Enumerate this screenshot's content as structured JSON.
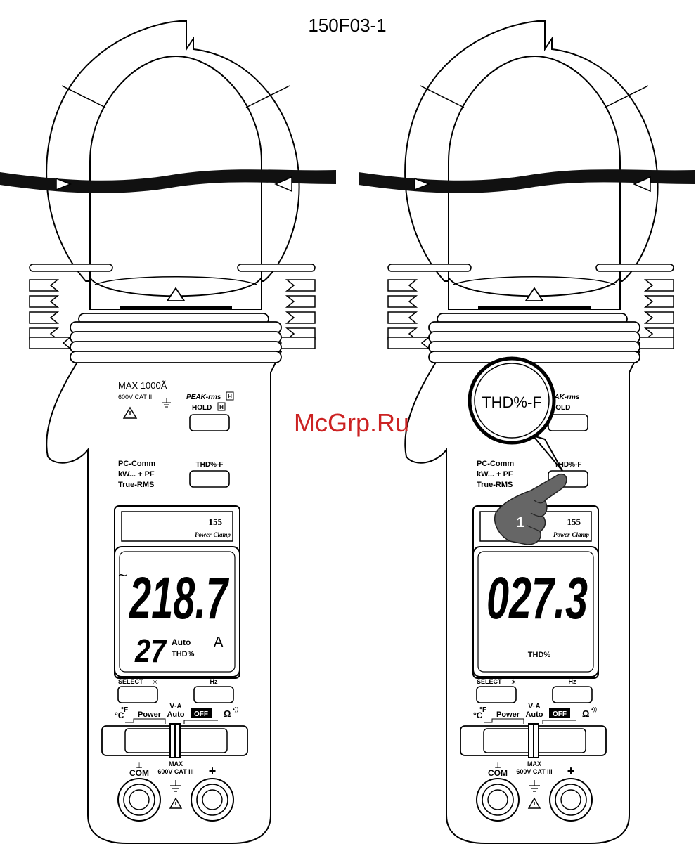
{
  "figure_id": "150F03-1",
  "watermark": "McGrp.Ru",
  "meter": {
    "max_rating": "MAX 1000Ã",
    "cat_rating": "600V CAT III",
    "peak_label": "PEAK-rms",
    "hold_label": "HOLD",
    "h_badge": "H",
    "mode_lines": [
      "PC-Comm",
      "kW... + PF",
      "True-RMS"
    ],
    "thd_button_label": "THD%-F",
    "model": "155",
    "model_sub": "Power-Clamp",
    "select_label": "SELECT",
    "hz_label": "Hz",
    "dial_celsius": "°C",
    "dial_fahrenheit": "°F",
    "dial_power": "Power",
    "dial_va": "V·A",
    "dial_auto": "Auto",
    "dial_off": "OFF",
    "dial_ohm": "Ω",
    "jack_com": "COM",
    "jack_max": "MAX",
    "jack_cat": "600V CAT III",
    "jack_plus": "+"
  },
  "left_lcd": {
    "ac_symbol": "~",
    "main_value": "218.7",
    "sub_value": "27",
    "auto_label": "Auto",
    "thd_label": "THD%",
    "unit": "A"
  },
  "right_lcd": {
    "main_value": "027.3",
    "thd_label": "THD%"
  },
  "callout": {
    "label": "THD%-F",
    "step_number": "1"
  }
}
